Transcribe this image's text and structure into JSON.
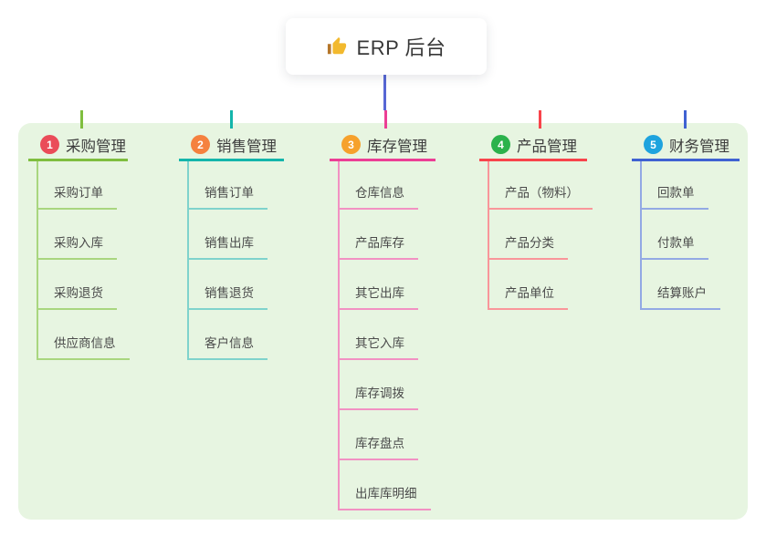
{
  "root": {
    "label": "ERP 后台",
    "icon": "thumbs-up-icon"
  },
  "branches": [
    {
      "index": "1",
      "label": "采购管理",
      "badge_color": "#ea4c59",
      "line_color": "#7fbe3f",
      "light_color": "#a9d67f",
      "children": [
        "采购订单",
        "采购入库",
        "采购退货",
        "供应商信息"
      ]
    },
    {
      "index": "2",
      "label": "销售管理",
      "badge_color": "#f5813f",
      "line_color": "#14b5ab",
      "light_color": "#7fd3cc",
      "children": [
        "销售订单",
        "销售出库",
        "销售退货",
        "客户信息"
      ]
    },
    {
      "index": "3",
      "label": "库存管理",
      "badge_color": "#f6a12c",
      "line_color": "#ec3e95",
      "light_color": "#f291c3",
      "children": [
        "仓库信息",
        "产品库存",
        "其它出库",
        "其它入库",
        "库存调拨",
        "库存盘点",
        "出库库明细"
      ]
    },
    {
      "index": "4",
      "label": "产品管理",
      "badge_color": "#2bb24c",
      "line_color": "#f8444b",
      "light_color": "#f9969a",
      "children": [
        "产品（物料）",
        "产品分类",
        "产品单位"
      ]
    },
    {
      "index": "5",
      "label": "财务管理",
      "badge_color": "#1ea3de",
      "line_color": "#3f62d2",
      "light_color": "#93a9e4",
      "children": [
        "回款单",
        "付款单",
        "结算账户"
      ]
    }
  ],
  "colors": {
    "panel_bg": "#e7f5e1",
    "root_connector": "#5767d4",
    "title_text": "#3d3d3d",
    "child_text": "#4a4a4a",
    "root_text": "#383838",
    "thumb": "#f2b92e",
    "thumb_cuff": "#b5762a"
  }
}
